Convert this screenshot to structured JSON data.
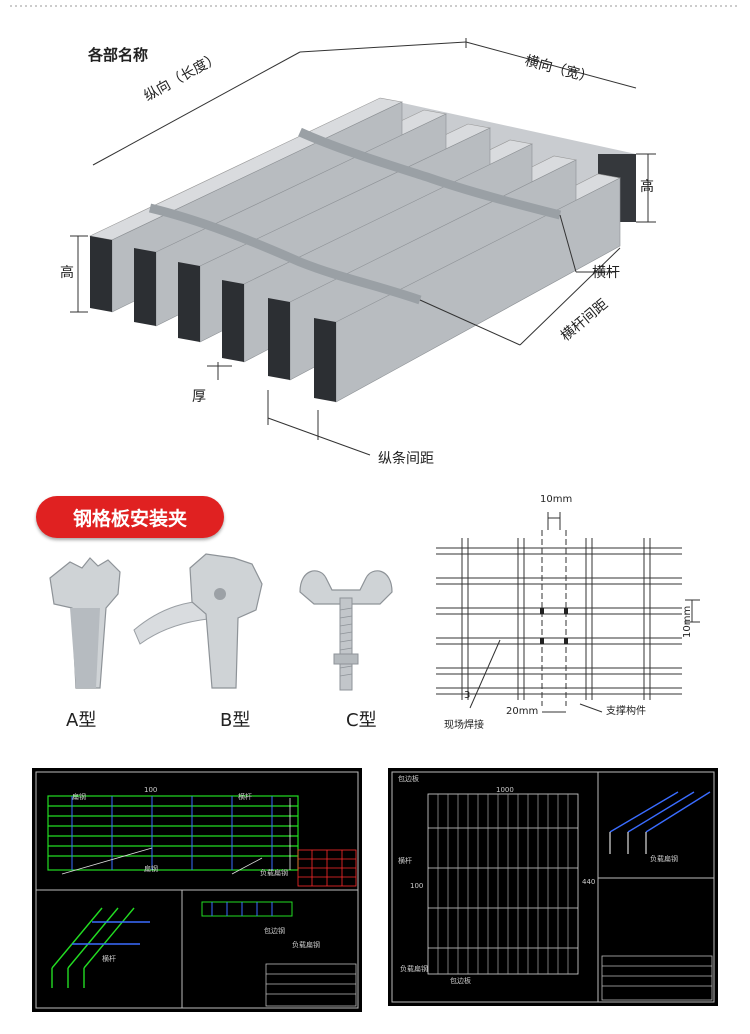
{
  "top_diagram": {
    "title": "各部名称",
    "longitudinal": "纵向（长度）",
    "transverse": "横向（宽）",
    "height_left": "高",
    "height_right": "高",
    "crossbar": "横杆",
    "crossbar_spacing": "横杆间距",
    "thickness": "厚",
    "bar_spacing": "纵条间距"
  },
  "clip_section": {
    "banner": "钢格板安装夹",
    "types": [
      "A型",
      "B型",
      "C型"
    ]
  },
  "detail_drawing": {
    "dim_top": "10mm",
    "dim_right": "10mm",
    "dim_bottom": "20mm",
    "number": "3",
    "site_weld": "现场焊接",
    "support": "支撑构件"
  },
  "cad_left": {
    "dim_top": "100",
    "labels": [
      "扁钢",
      "横杆",
      "负载扁钢",
      "扁钢",
      "包边钢",
      "负载扁钢",
      "横杆"
    ]
  },
  "cad_right": {
    "edge_top": "包边板",
    "dim_top": "1000",
    "crossbar": "横杆",
    "dim_left": "100",
    "dim_right": "440",
    "load_bar": "负载扁钢",
    "edge_bottom": "包边板",
    "iso_label": "负载扁钢"
  },
  "colors": {
    "banner": "#e02121",
    "cad_green": "#22dd22",
    "cad_blue": "#3a6cff",
    "cad_red": "#ff2b2b"
  }
}
